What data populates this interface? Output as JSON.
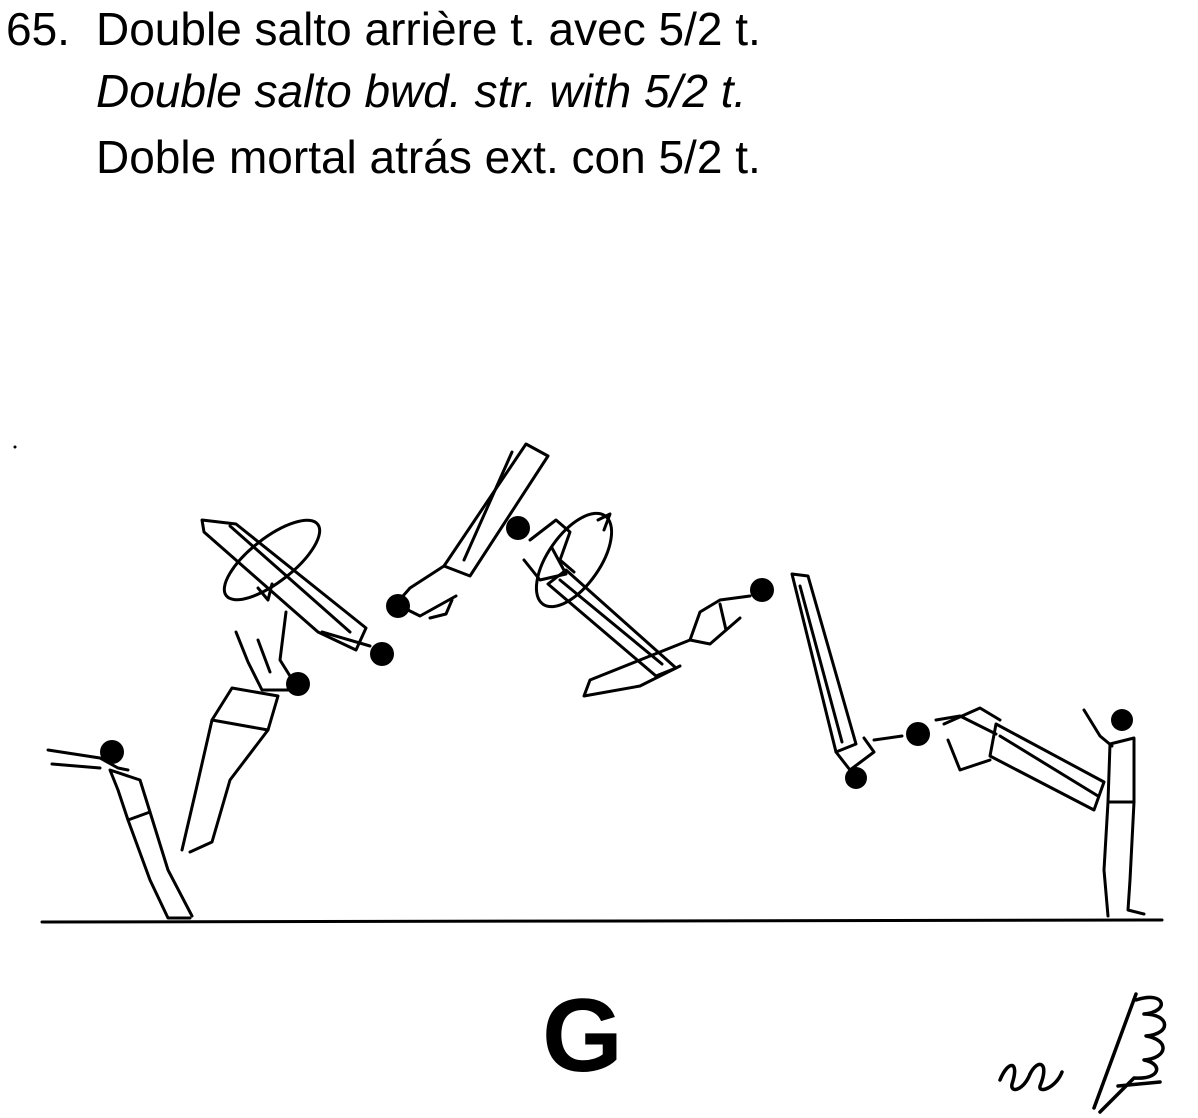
{
  "element": {
    "number": "65.",
    "title_fr": "Double salto arrière t. avec 5/2 t.",
    "title_en": "Double salto bwd. str. with 5/2 t.",
    "title_es": "Doble mortal atrás ext. con 5/2 t."
  },
  "grade": "G",
  "colors": {
    "ink": "#000000",
    "background": "#ffffff"
  }
}
